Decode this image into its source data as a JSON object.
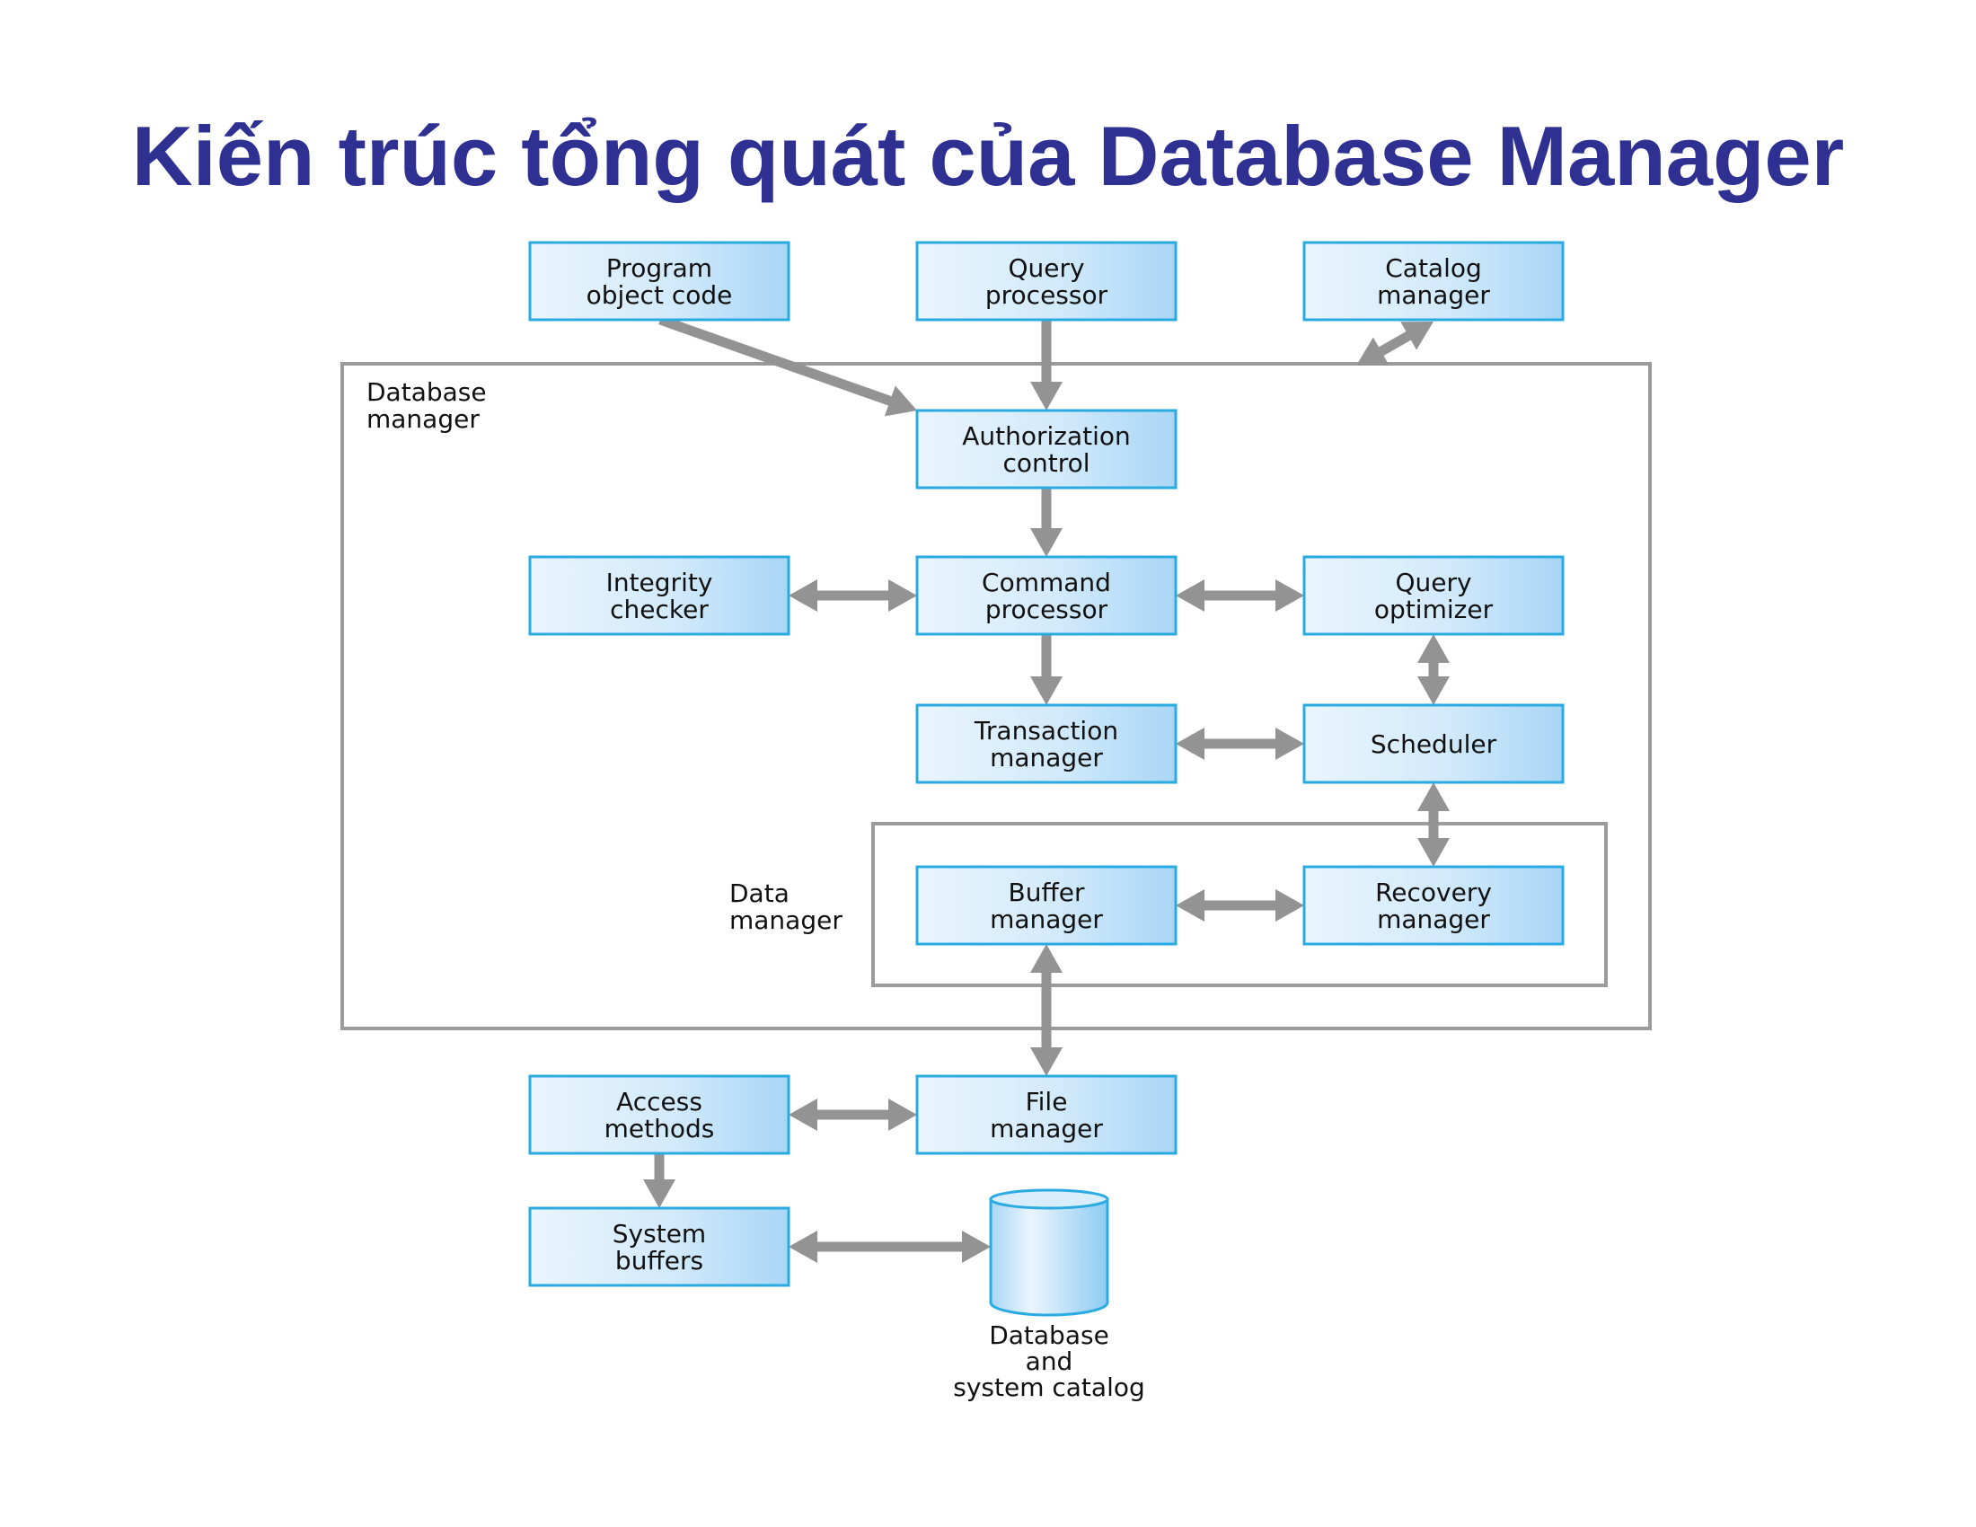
{
  "title": "Kiến trúc tổng quát của Database Manager",
  "colors": {
    "title": "#2e3192",
    "box_border": "#29abe2",
    "box_fill_light": "#eaf5fd",
    "box_fill_dark": "#a9d6f5",
    "arrow": "#939393",
    "group_border": "#9b9b9b"
  },
  "groups": {
    "database_manager": [
      "Database",
      "manager"
    ],
    "data_manager": [
      "Data",
      "manager"
    ]
  },
  "boxes": {
    "program": [
      "Program",
      "object code"
    ],
    "query_processor": [
      "Query",
      "processor"
    ],
    "catalog": [
      "Catalog",
      "manager"
    ],
    "authorization": [
      "Authorization",
      "control"
    ],
    "integrity": [
      "Integrity",
      "checker"
    ],
    "command": [
      "Command",
      "processor"
    ],
    "query_optimizer": [
      "Query",
      "optimizer"
    ],
    "transaction": [
      "Transaction",
      "manager"
    ],
    "scheduler": [
      "Scheduler"
    ],
    "buffer": [
      "Buffer",
      "manager"
    ],
    "recovery": [
      "Recovery",
      "manager"
    ],
    "access": [
      "Access",
      "methods"
    ],
    "file": [
      "File",
      "manager"
    ],
    "system_buffers": [
      "System",
      "buffers"
    ]
  },
  "database_label": [
    "Database",
    "and",
    "system catalog"
  ]
}
